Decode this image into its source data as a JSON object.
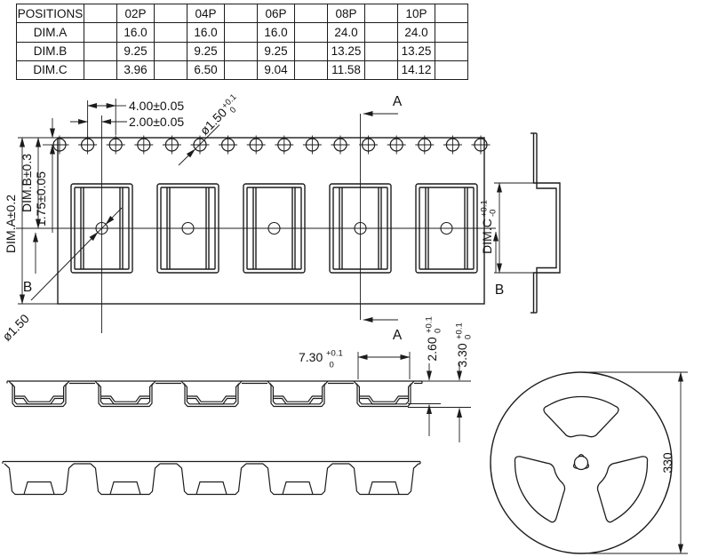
{
  "drawing": {
    "table": {
      "header": [
        "POSITIONS",
        "02P",
        "04P",
        "06P",
        "08P",
        "10P"
      ],
      "rows": [
        {
          "label": "DIM.A",
          "values": [
            "16.0",
            "16.0",
            "16.0",
            "24.0",
            "24.0"
          ]
        },
        {
          "label": "DIM.B",
          "values": [
            "9.25",
            "9.25",
            "9.25",
            "13.25",
            "13.25"
          ]
        },
        {
          "label": "DIM.C",
          "values": [
            "3.96",
            "6.50",
            "9.04",
            "11.58",
            "14.12"
          ]
        }
      ]
    },
    "dims": {
      "pitch": "4.00±0.05",
      "hole_to_pocket": "2.00±0.05",
      "sprocket_hole_dia": {
        "main": "ø1.50",
        "sup": "+0.1",
        "sub": "0"
      },
      "edge_to_hole": "1.75±0.05",
      "dim_b": "DIM.B±0.3",
      "dim_a": "DIM.A±0.2",
      "dim_c": {
        "main": "DIM.C",
        "sup": "+0.1",
        "sub": "-0"
      },
      "pocket_hole_dia": "ø1.50",
      "pocket_width": {
        "main": "7.30",
        "sup": "+0.1",
        "sub": "0"
      },
      "pocket_depth": {
        "main": "2.60",
        "sup": "+0.1",
        "sub": "0"
      },
      "tape_height": {
        "main": "3.30",
        "sup": "+0.1",
        "sub": "0"
      },
      "reel_diameter": "330"
    },
    "sections": {
      "a_top": "A",
      "a_bottom": "A",
      "b_left": "B",
      "b_right": "B"
    },
    "colors": {
      "line": "#1c1c1c",
      "background": "#ffffff"
    }
  }
}
